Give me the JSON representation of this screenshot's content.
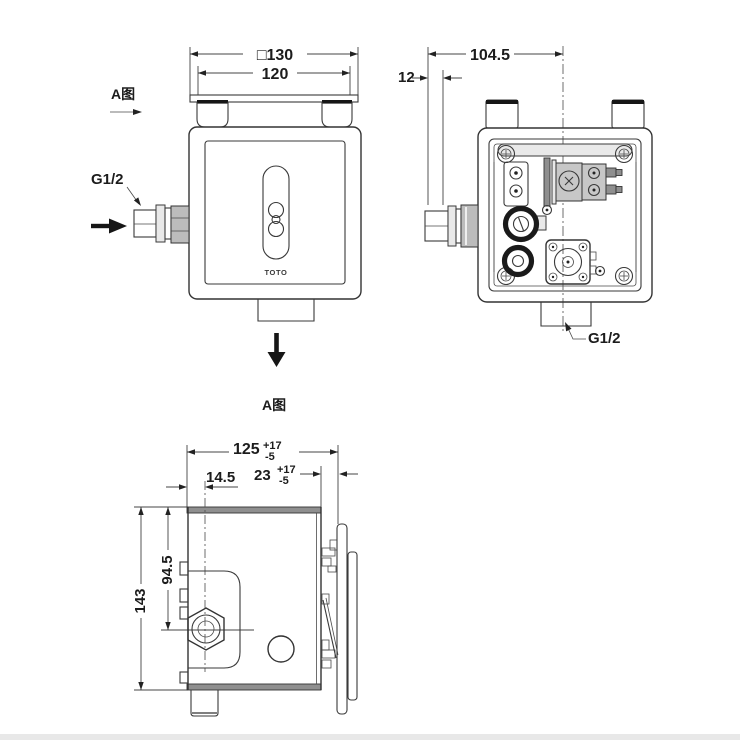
{
  "page": {
    "background": "#ffffff"
  },
  "drawing": {
    "brand": "TOTO",
    "front_view": {
      "view_label": "A图",
      "port_label": "G1/2",
      "dim_outer_width": "□130",
      "dim_inner_width": "120"
    },
    "internal_view": {
      "port_label": "G1/2",
      "dim_port_to_center": "104.5",
      "dim_thread_length": "12"
    },
    "side_view": {
      "view_label": "A图",
      "dim_depth": "125",
      "dim_depth_tol_plus": "+17",
      "dim_depth_tol_minus": "-5",
      "dim_wall_gap": "23",
      "dim_wall_gap_tol_plus": "+17",
      "dim_wall_gap_tol_minus": "-5",
      "dim_pipe_center_offset": "14.5",
      "dim_height": "143",
      "dim_pipe_center_height": "94.5"
    }
  }
}
